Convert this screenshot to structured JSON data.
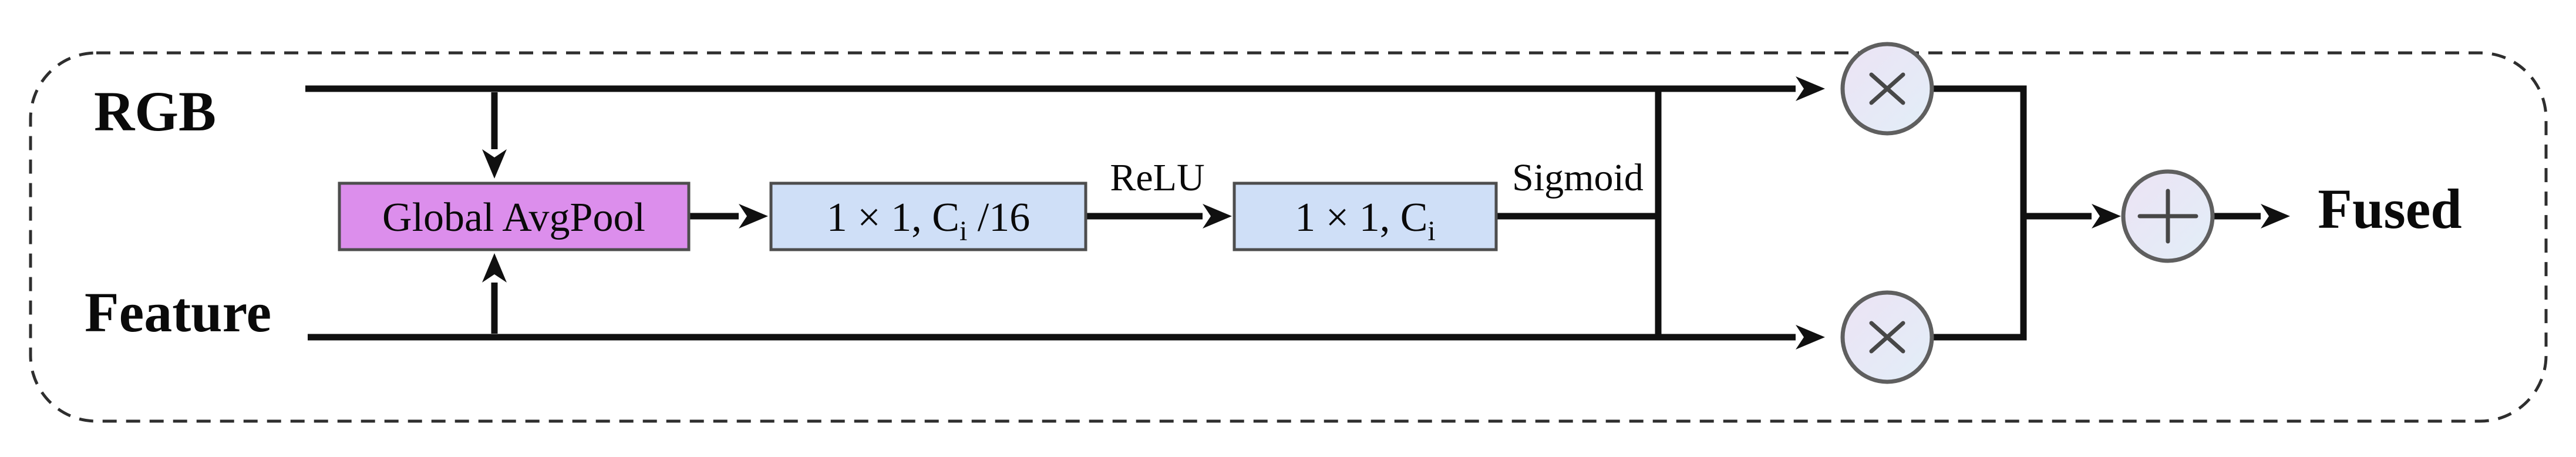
{
  "diagram": {
    "inputs": {
      "rgb_label": "RGB",
      "feature_label": "Feature"
    },
    "pool_block": {
      "label": "Global AvgPool"
    },
    "conv_blocks": [
      {
        "pre": "1 × 1, C",
        "sub": "i",
        "post": " /16"
      },
      {
        "pre": "1 × 1, C",
        "sub": "i",
        "post": ""
      }
    ],
    "activations": {
      "relu_label": "ReLU",
      "sigmoid_label": "Sigmoid"
    },
    "output_label": "Fused",
    "icons": {
      "multiply-icon": "×",
      "add-icon": "+"
    },
    "colors": {
      "pool_fill": "#dc8eec",
      "conv_fill": "#cfdff7",
      "node_gradient_start": "#ece3f4",
      "node_gradient_end": "#e2eef8",
      "line": "#101010"
    }
  }
}
